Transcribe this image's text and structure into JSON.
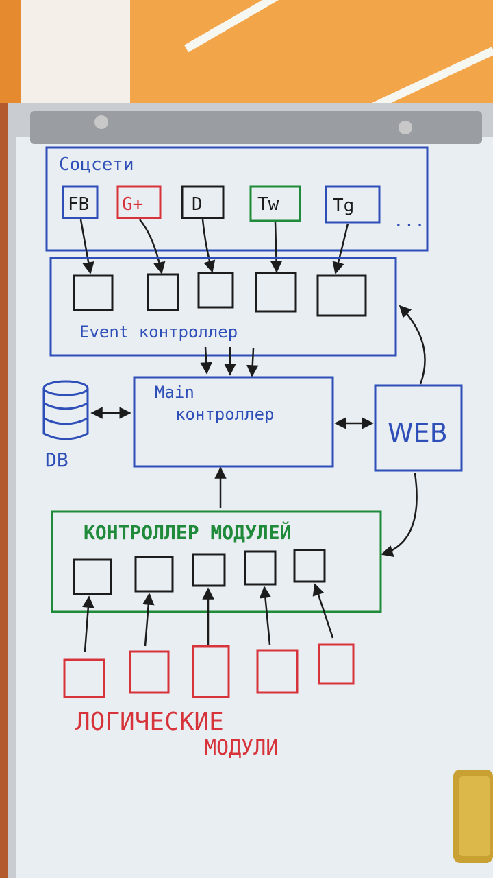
{
  "colors": {
    "blue": "#2f4fb8",
    "red": "#d6333a",
    "green": "#1f8a3a",
    "black": "#1c1c1c",
    "board": "#e9eef3",
    "ceiling": "#f2a24a"
  },
  "social": {
    "title": "Соцсети",
    "items": [
      {
        "label": "FB",
        "color": "blue"
      },
      {
        "label": "G+",
        "color": "red"
      },
      {
        "label": "D",
        "color": "black"
      },
      {
        "label": "Tw",
        "color": "green"
      },
      {
        "label": "Tg",
        "color": "blue"
      }
    ],
    "more": "..."
  },
  "event_controller": {
    "label": "Event контроллер",
    "slot_count": 5
  },
  "main_controller": {
    "line1": "Main",
    "line2": "контроллер"
  },
  "db": {
    "label": "DB"
  },
  "web": {
    "label": "WEB"
  },
  "module_controller": {
    "label": "КОНТРОЛЛЕР МОДУЛЕЙ",
    "slot_count": 5
  },
  "logic_modules": {
    "line1": "ЛОГИЧЕСКИЕ",
    "line2": "МОДУЛИ",
    "count": 5
  },
  "eraser": {
    "icon": "eraser-icon"
  }
}
